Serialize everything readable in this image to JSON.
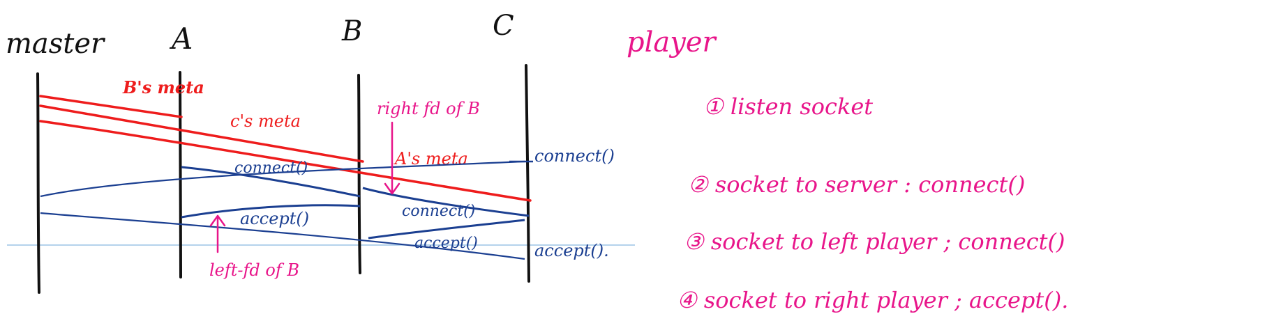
{
  "diagram": {
    "lanes": [
      {
        "key": "master",
        "label": "master"
      },
      {
        "key": "A",
        "label": "A"
      },
      {
        "key": "B",
        "label": "B"
      },
      {
        "key": "C",
        "label": "C"
      }
    ],
    "meta_labels": {
      "b_meta": "B's meta",
      "c_meta": "c's meta",
      "a_meta": "A's meta"
    },
    "socket_labels": {
      "connect_a": "connect()",
      "accept_a": "accept()",
      "connect_b": "connect()",
      "accept_b": "accept()",
      "connect_c": "connect()",
      "accept_c": "accept()."
    },
    "annotations": {
      "right_fd": "right fd of B",
      "left_fd": "left-fd of B"
    },
    "player": {
      "title": "player",
      "steps": [
        "① listen socket",
        "② socket to server : connect()",
        "③ socket to left player ; connect()",
        "④ socket to right player ; accept()."
      ]
    },
    "colors": {
      "ink": "#111111",
      "red": "#ee1c1c",
      "blue": "#1b3f91",
      "magenta": "#e8158a",
      "guide": "#9cc3e6"
    }
  }
}
